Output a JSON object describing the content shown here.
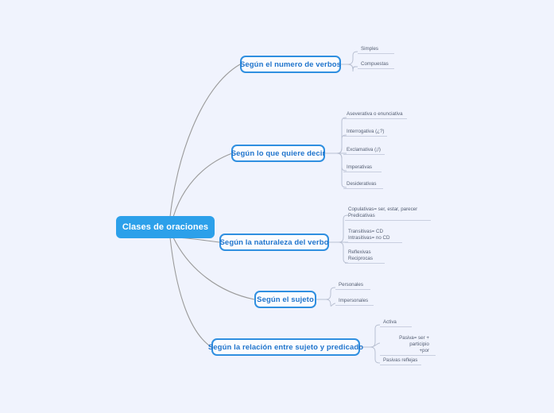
{
  "canvas": {
    "background_color": "#f0f3fd",
    "connector_color": "#9a9a9a",
    "leaf_line_color": "#c9cfe0"
  },
  "root": {
    "label": "Clases de oraciones",
    "fill_color": "#2ca0ea",
    "text_color": "#ffffff"
  },
  "branch_style": {
    "border_color": "#2f8fe0",
    "fill_color": "#fbfcff",
    "text_color": "#1f74cc"
  },
  "branches": [
    {
      "id": "numero-de-verbos",
      "label": "Según el numero de verbos",
      "leaves": [
        {
          "text": "Simples"
        },
        {
          "text": "Compuestas"
        }
      ]
    },
    {
      "id": "lo-que-quiere-decir",
      "label": "Según lo que quiere decir",
      "leaves": [
        {
          "text": "Aseverativa o enunciativa"
        },
        {
          "text": "Interrogativa (¿?)"
        },
        {
          "text": "Exclamativa (¡!)"
        },
        {
          "text": "Desiderativas"
        },
        {
          "text": "Imperativas"
        }
      ]
    },
    {
      "id": "naturaleza-del-verbo",
      "label": "Según la naturaleza del verbo",
      "leaves": [
        {
          "text": "Copulativas= ser, estar, parecer\nPredicativas"
        },
        {
          "text": "Transitivas= CD\nIntrasitivas= no CD"
        },
        {
          "text": "Reflexivas\nReciprocas"
        }
      ]
    },
    {
      "id": "el-sujeto",
      "label": "Según el sujeto",
      "leaves": [
        {
          "text": "Personales"
        },
        {
          "text": "Impersonales"
        }
      ]
    },
    {
      "id": "relacion-sujeto-predicado",
      "label": "Según la relación entre sujeto y predicado",
      "leaves": [
        {
          "text": "Activa"
        },
        {
          "text": "Pasiva= ser + participio\n+por"
        },
        {
          "text": "Pasivas reflejas"
        }
      ]
    }
  ]
}
